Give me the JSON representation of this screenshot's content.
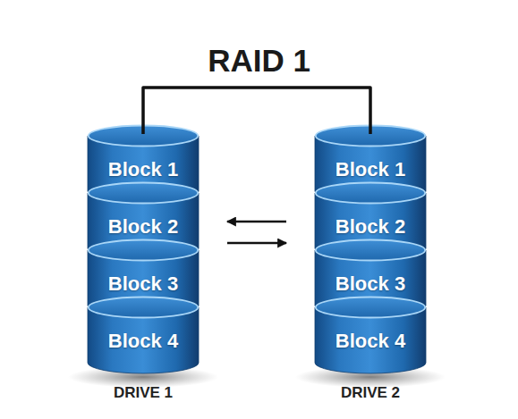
{
  "diagram": {
    "title": "RAID 1",
    "nodes": [
      {
        "text": [
          "DRIVE 1"
        ]
      },
      {
        "text": [
          "Block 1"
        ],
        "in": 0
      },
      {
        "text": [
          "Block 2"
        ],
        "in": 0
      },
      {
        "text": [
          "Block 3"
        ],
        "in": 0
      },
      {
        "text": [
          "Block 4"
        ],
        "in": 0
      },
      {
        "text": [
          "DRIVE 2"
        ]
      },
      {
        "text": [
          "Block 1"
        ],
        "in": 5
      },
      {
        "text": [
          "Block 2"
        ],
        "in": 5
      },
      {
        "text": [
          "Block 3"
        ],
        "in": 5
      },
      {
        "text": [
          "Block 4"
        ],
        "in": 5
      }
    ],
    "edges": [
      {
        "from": 0,
        "to": 5,
        "arrow": "none"
      },
      {
        "from": 7,
        "to": 2,
        "arrow": "to"
      },
      {
        "from": 2,
        "to": 7,
        "arrow": "to"
      }
    ]
  }
}
